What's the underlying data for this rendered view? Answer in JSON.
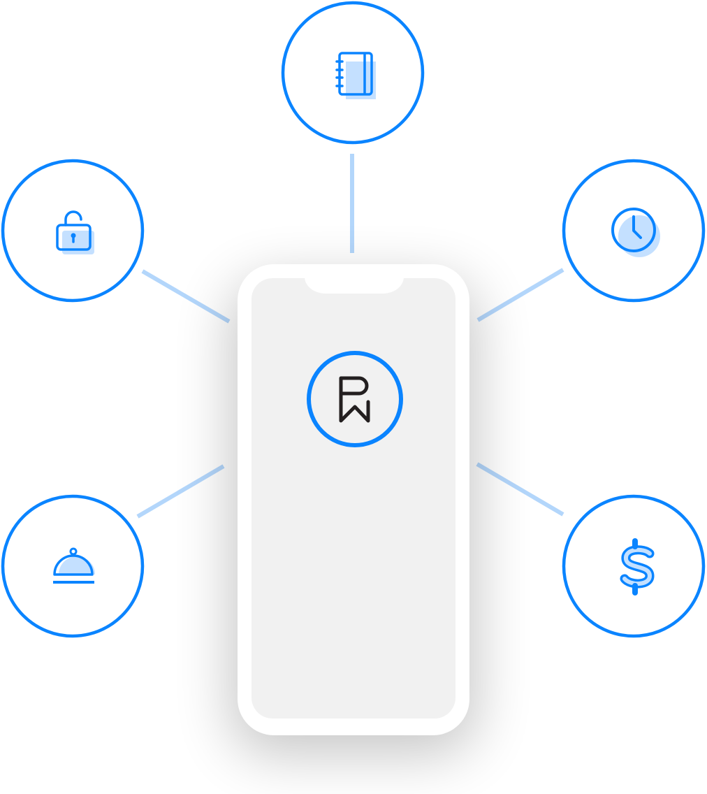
{
  "colors": {
    "accent": "#0a84ff",
    "accent_light": "#c4e0ff",
    "connector": "#b3d6fb",
    "phone_frame": "#ffffff",
    "phone_screen": "#f1f1f1",
    "logo_ink": "#231f20"
  },
  "center": {
    "icon": "pw-logo-icon"
  },
  "nodes": [
    {
      "icon": "notebook-icon",
      "position": "top"
    },
    {
      "icon": "unlock-icon",
      "position": "top-left"
    },
    {
      "icon": "clock-icon",
      "position": "top-right"
    },
    {
      "icon": "room-service-bell-icon",
      "position": "bottom-left"
    },
    {
      "icon": "dollar-icon",
      "position": "bottom-right"
    }
  ]
}
